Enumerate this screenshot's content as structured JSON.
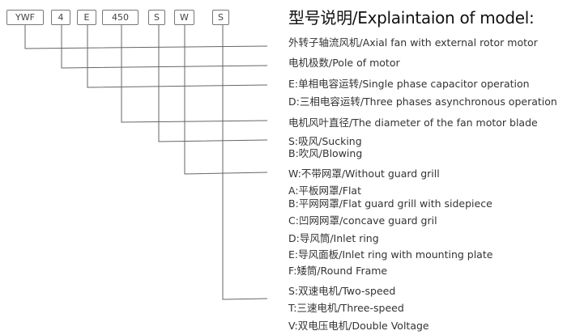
{
  "codes": [
    "YWF",
    "4",
    "E",
    "450",
    "S",
    "W",
    "S"
  ],
  "title": "型号说明/Explaintaion of model:",
  "descriptions": [
    "外转子轴流风机/Axial fan with external rotor motor",
    "电机极数/Pole of motor",
    "E:单相电容运转/Single phase capacitor operation",
    "D:三相电容运转/Three phases asynchronous operation",
    "电机风叶直径/The diameter of the fan motor blade",
    "S:吸风/Sucking",
    "B:吹风/Blowing",
    "W:不带网罩/Without guard grill",
    "A:平板网罩/Flat",
    "B:平网网罩/Flat guard grill with sidepiece",
    "C:凹网网罩/concave guard gril",
    "D:导风筒/Inlet ring",
    "E:导风面板/Inlet ring with mounting plate",
    "F:矮筒/Round Frame",
    "S:双速电机/Two-speed",
    "T:三速电机/Three-speed",
    "V:双电压电机/Double Voltage"
  ]
}
